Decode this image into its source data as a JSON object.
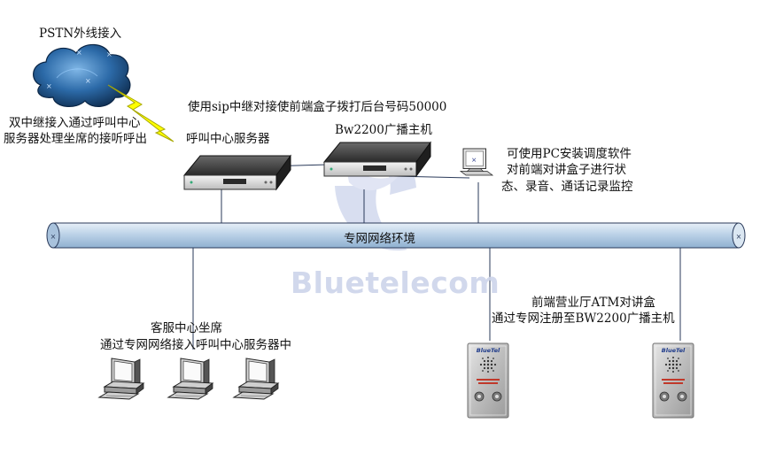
{
  "diagram": {
    "labels": {
      "pstn": "PSTN外线接入",
      "dual_trunk_line1": "双中继接入通过呼叫中心",
      "dual_trunk_line2": "服务器处理坐席的接听呼出",
      "sip_trunk": "使用sip中继对接使前端盒子拨打后台号码50000",
      "call_center_server": "呼叫中心服务器",
      "broadcast_host": "Bw2200广播主机",
      "pc_software_line1": "可使用PC安装调度软件",
      "pc_software_line2": "对前端对讲盒子进行状",
      "pc_software_line3": "态、录音、通话记录监控",
      "network": "专网网络环境",
      "atm_intercom_line1": "前端营业厅ATM对讲盒",
      "atm_intercom_line2": "通过专网注册至BW2200广播主机",
      "agents_line1": "客服中心坐席",
      "agents_line2": "通过专网网络接入呼叫中心服务器中"
    },
    "watermark": "Bluetelecom",
    "device_badge": "BlueTel",
    "colors": {
      "network_pipe": "#bcd2e8",
      "network_pipe_edge": "#2a3a5a",
      "cloud": "#1f4f86",
      "lightning": "#ffff00",
      "server": "#3a3a3a",
      "intercom_panel": "#c9c9c9",
      "watermark": "#cdd4ea"
    },
    "icons": [
      "cloud-icon",
      "lightning-icon",
      "server-icon",
      "pc-icon",
      "intercom-icon"
    ]
  }
}
